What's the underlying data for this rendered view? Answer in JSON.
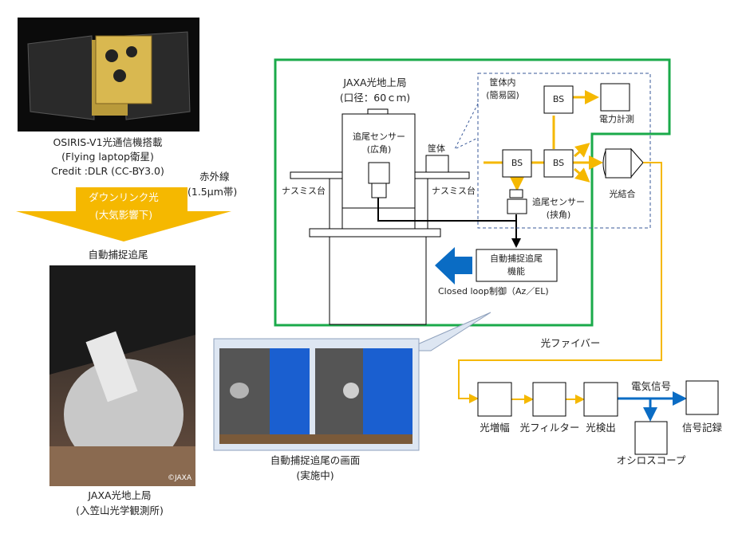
{
  "satellite": {
    "caption_line1": "OSIRIS-V1光通信機搭載",
    "caption_line2": "(Flying laptop衛星)",
    "caption_line3": "Credit :DLR (CC-BY3.0)"
  },
  "infrared": {
    "line1": "赤外線",
    "line2": "(1.5μm帯)"
  },
  "downlink": {
    "line1": "ダウンリンク光",
    "line2": "(大気影響下)",
    "color": "#f5b800"
  },
  "auto_tracking_label": "自動捕捉追尾",
  "station_photo": {
    "watermark": "©JAXA",
    "caption_line1": "JAXA光地上局",
    "caption_line2": "(入笠山光学観測所)"
  },
  "telescope": {
    "title_line1": "JAXA光地上局",
    "title_line2": "(口径：60ｃｍ)",
    "wide_sensor_line1": "追尾センサー",
    "wide_sensor_line2": "(広角)",
    "housing": "筐体",
    "nasmyth_left": "ナスミス台",
    "nasmyth_right": "ナスミス台"
  },
  "housing_inside": {
    "title_line1": "筐体内",
    "title_line2": "(簡易図)",
    "bs1": "BS",
    "bs2": "BS",
    "bs3": "BS",
    "power_meter": "電力計測",
    "fiber_coupler": "光結合",
    "narrow_sensor_line1": "追尾センサー",
    "narrow_sensor_line2": "(挟角)"
  },
  "tracking_function": {
    "line1": "自動捕捉追尾",
    "line2": "機能",
    "closed_loop": "Closed loop制御（Az／EL)"
  },
  "screen_caption": {
    "line1": "自動捕捉追尾の画面",
    "line2": "(実施中)"
  },
  "fiber_label": "光ファイバー",
  "chain": {
    "amplifier": "光増幅",
    "filter": "光フィルター",
    "detector": "光検出",
    "electric_signal": "電気信号",
    "recorder": "信号記録",
    "oscilloscope": "オシロスコープ"
  },
  "colors": {
    "green_frame": "#1aaa4a",
    "optical": "#f5b800",
    "electrical": "#0a6cc4",
    "dashed": "#3a5a9a"
  }
}
